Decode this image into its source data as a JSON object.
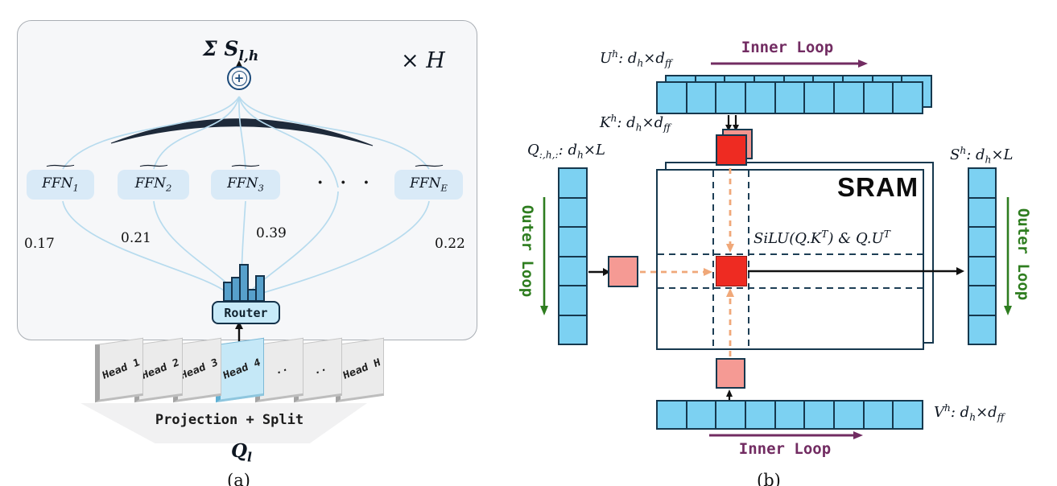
{
  "panel_a": {
    "caption": "(a)",
    "sum_label": "Σ S_{l,h}",
    "repeat_label": "× H",
    "plus_symbol": "+",
    "expert_tilde": "∼",
    "expert_dots": "· · ·",
    "experts": [
      {
        "label": "FFN_{1}",
        "weight": "0.17"
      },
      {
        "label": "FFN_{2}",
        "weight": "0.21"
      },
      {
        "label": "FFN_{3}",
        "weight": "0.39"
      },
      {
        "label": "FFN_{E}",
        "weight": "0.22"
      }
    ],
    "router": {
      "label": "Router",
      "bars": [
        25,
        31,
        47,
        16,
        33
      ]
    },
    "heads": [
      {
        "label": "Head 1"
      },
      {
        "label": "Head 2"
      },
      {
        "label": "Head 3"
      },
      {
        "label": "Head 4"
      },
      {
        "label": ".."
      },
      {
        "label": ".."
      },
      {
        "label": "Head H"
      }
    ],
    "projection_label": "Projection + Split",
    "input_label": "Q_{l}"
  },
  "panel_b": {
    "caption": "(b)",
    "u_label": "U^{h}: d_{h}×d_{ff}",
    "k_label": "K^{h}: d_{h}×d_{ff}",
    "q_label": "Q_{:,h,:}: d_{h}×L",
    "s_label": "S^{h}: d_{h}×L",
    "v_label": "V^{h}: d_{h}×d_{ff}",
    "sram_label": "SRAM",
    "silu_label": "SiLU(Q.K^{T}) & Q.U^{T}",
    "inner_loop_top": "Inner Loop",
    "inner_loop_bottom": "Inner Loop",
    "outer_loop_left": "Outer Loop",
    "outer_loop_right": "Outer Loop",
    "u_cells": 9,
    "v_cells": 9,
    "q_cells": 6,
    "s_cells": 6
  },
  "colors": {
    "cell_blue": "#7cd1f2",
    "border_navy": "#16384e",
    "red": "#ee2b22",
    "pink": "#f59a94",
    "orange_arrow": "#f0a879",
    "purple_loop": "#722c62",
    "green_loop": "#2e7d1f",
    "expert_blue": "#d9eaf7",
    "router_blue": "#c7eaf9",
    "panel_bg": "#f6f7f9",
    "arc_navy": "#1e2a3a",
    "curve_blue": "#b7dbee",
    "head_gray": "#ebebeb",
    "head_blue": "#c5e8f7",
    "bar_blue": "#57a0cb"
  }
}
